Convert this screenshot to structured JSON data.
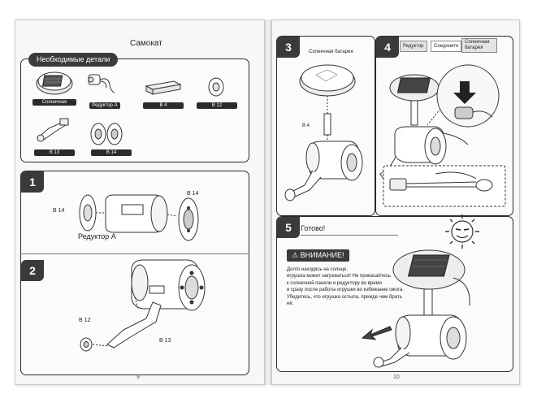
{
  "left_page": {
    "title": "Самокат",
    "parts_header": "Необходимые детали",
    "parts": [
      {
        "label": "Солнечная батарея"
      },
      {
        "label": "Редуктор А"
      },
      {
        "label": "В 4"
      },
      {
        "label": "В 12"
      },
      {
        "label": "В 13"
      },
      {
        "label": "В 14"
      }
    ],
    "step1": {
      "number": "1",
      "labels": {
        "b14_left": "В 14",
        "b14_right": "В 14",
        "reducer": "Редуктор А"
      }
    },
    "step2": {
      "number": "2",
      "labels": {
        "b12": "В 12",
        "b13": "В 13"
      }
    },
    "page_number": "9"
  },
  "right_page": {
    "step3": {
      "number": "3",
      "labels": {
        "solar": "Солнечная батарея",
        "b4": "В 4"
      }
    },
    "step4": {
      "number": "4",
      "tabs": [
        "Редуктор",
        "Соедините",
        "Солнечная батарея"
      ]
    },
    "step5": {
      "number": "5",
      "label": "Готово!"
    },
    "warning": {
      "title": "ВНИМАНИЕ!",
      "lines": [
        "Долго находясь на солнце,",
        "игрушка может нагреваться! Не прикасайтесь",
        "к солнечной панели и редуктору во время",
        "и сразу после работы игрушки во избежание ожога.",
        "Убедитесь, что игрушка остыла, прежде чем брать её."
      ]
    },
    "page_number": "10"
  }
}
